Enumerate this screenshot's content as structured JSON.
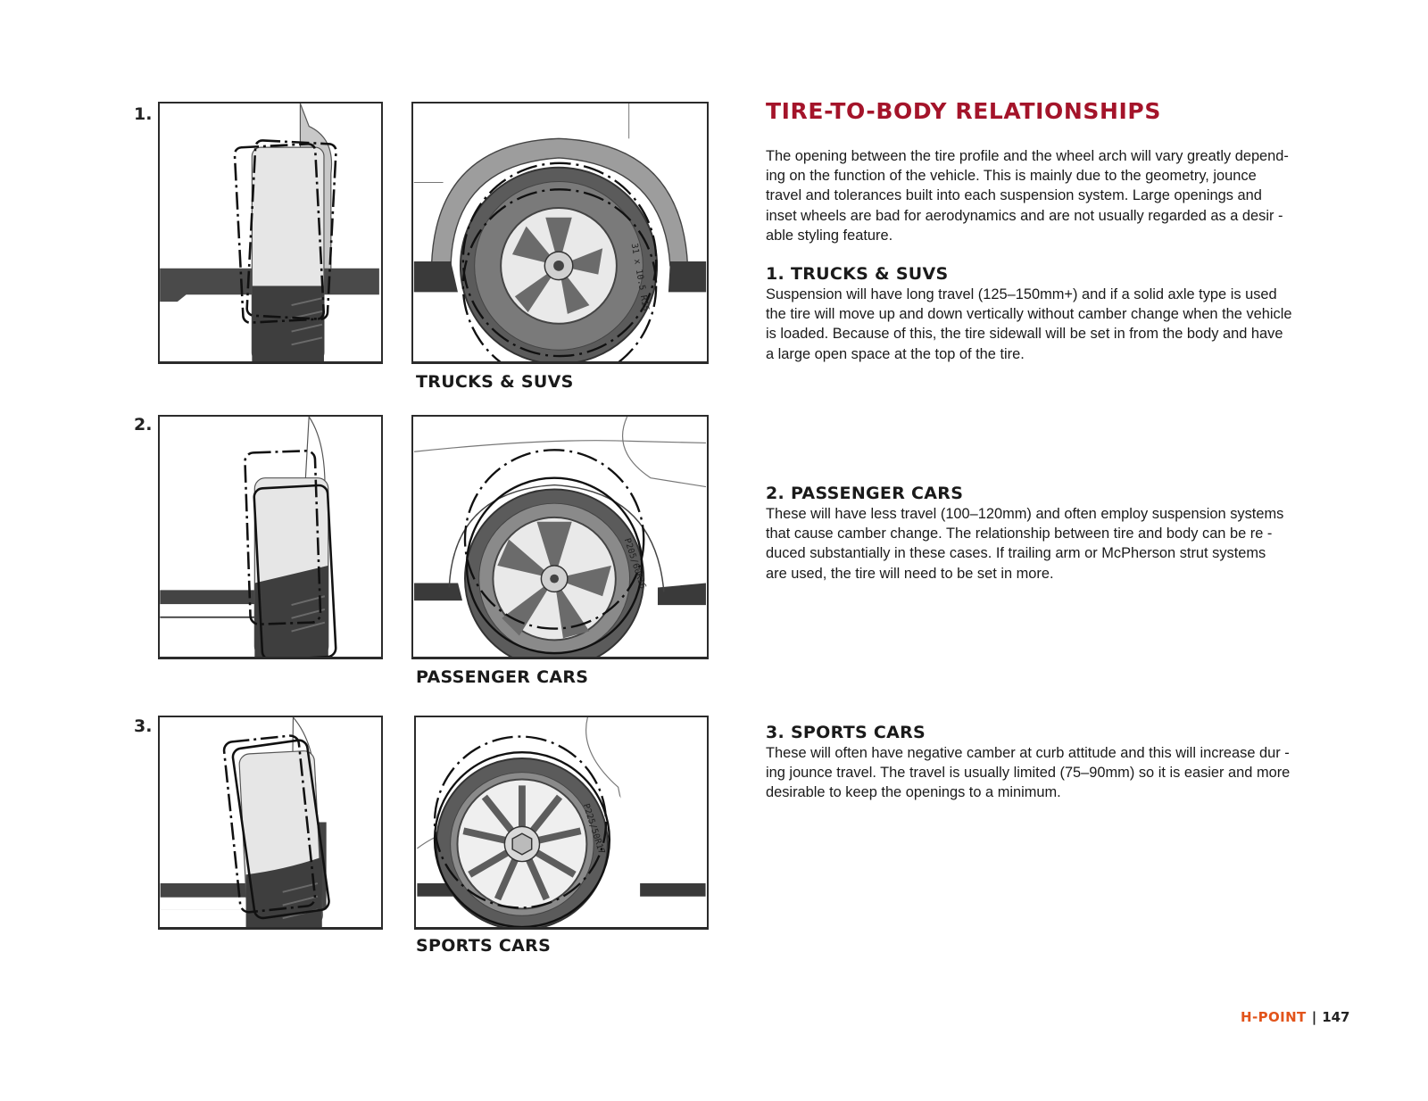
{
  "header": {
    "title": "TIRE-TO-BODY RELATIONSHIPS"
  },
  "intro": [
    "The opening between the tire profile and the wheel arch will vary greatly depend-",
    "ing on the function of the vehicle. This is mainly due to the geometry, jounce",
    "travel and tolerances built into each suspension system. Large openings and",
    "inset wheels are bad for aerodynamics and are not usually regarded as a desir -",
    "able styling feature."
  ],
  "sections": [
    {
      "number": "1.",
      "heading": "1.  TRUCKS & SUVS",
      "caption": "TRUCKS & SUVS",
      "tire_marking": "31 x 10.5 R15",
      "lines": [
        "Suspension will have long travel (125–150mm+) and if a solid axle type is used",
        "the tire will move up and down vertically without camber change when the vehicle",
        "is loaded. Because of this, the tire sidewall will be set in from the body and have",
        "a large open space at the top of the tire."
      ]
    },
    {
      "number": "2.",
      "heading": "2.  PASSENGER CARS",
      "caption": "PASSENGER CARS",
      "tire_marking": "P205/60R16",
      "lines": [
        "These will have less travel (100–120mm) and often employ suspension systems",
        "that cause camber change. The relationship between tire and body can be re -",
        "duced substantially in these cases. If trailing arm or McPherson strut systems",
        "are used, the tire will need to be set in more."
      ]
    },
    {
      "number": "3.",
      "heading": "3.  SPORTS CARS",
      "caption": "SPORTS CARS",
      "tire_marking": "P225/50R17",
      "lines": [
        "These will often have negative camber at curb attitude and this will increase dur -",
        "ing jounce travel. The travel is usually limited (75–90mm) so it is easier and more",
        "desirable to keep the openings to a minimum."
      ]
    }
  ],
  "footer": {
    "brand": "H-POINT",
    "separator": "|",
    "page": "147"
  }
}
